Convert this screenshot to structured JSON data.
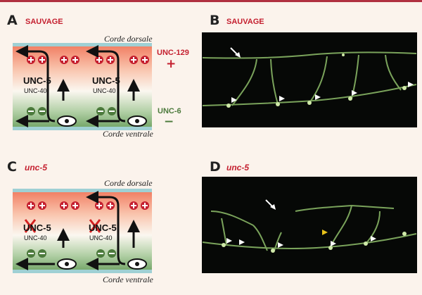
{
  "panels": {
    "a": {
      "letter": "A",
      "title": "SAUVAGE"
    },
    "b": {
      "letter": "B",
      "title": "SAUVAGE"
    },
    "c": {
      "letter": "C",
      "title": "unc-5"
    },
    "d": {
      "letter": "D",
      "title": "unc-5"
    }
  },
  "labels": {
    "dorsal": "Corde dorsale",
    "ventral": "Corde ventrale",
    "receptor_main": "UNC-5",
    "receptor_sub": "UNC-40"
  },
  "legend": {
    "repellent": "UNC-129",
    "repellent_sign": "+",
    "attractant": "UNC-6",
    "attractant_sign": "−"
  },
  "colors": {
    "red": "#c41e2e",
    "green": "#4c7a3c",
    "cord": "#9fd0d4"
  }
}
